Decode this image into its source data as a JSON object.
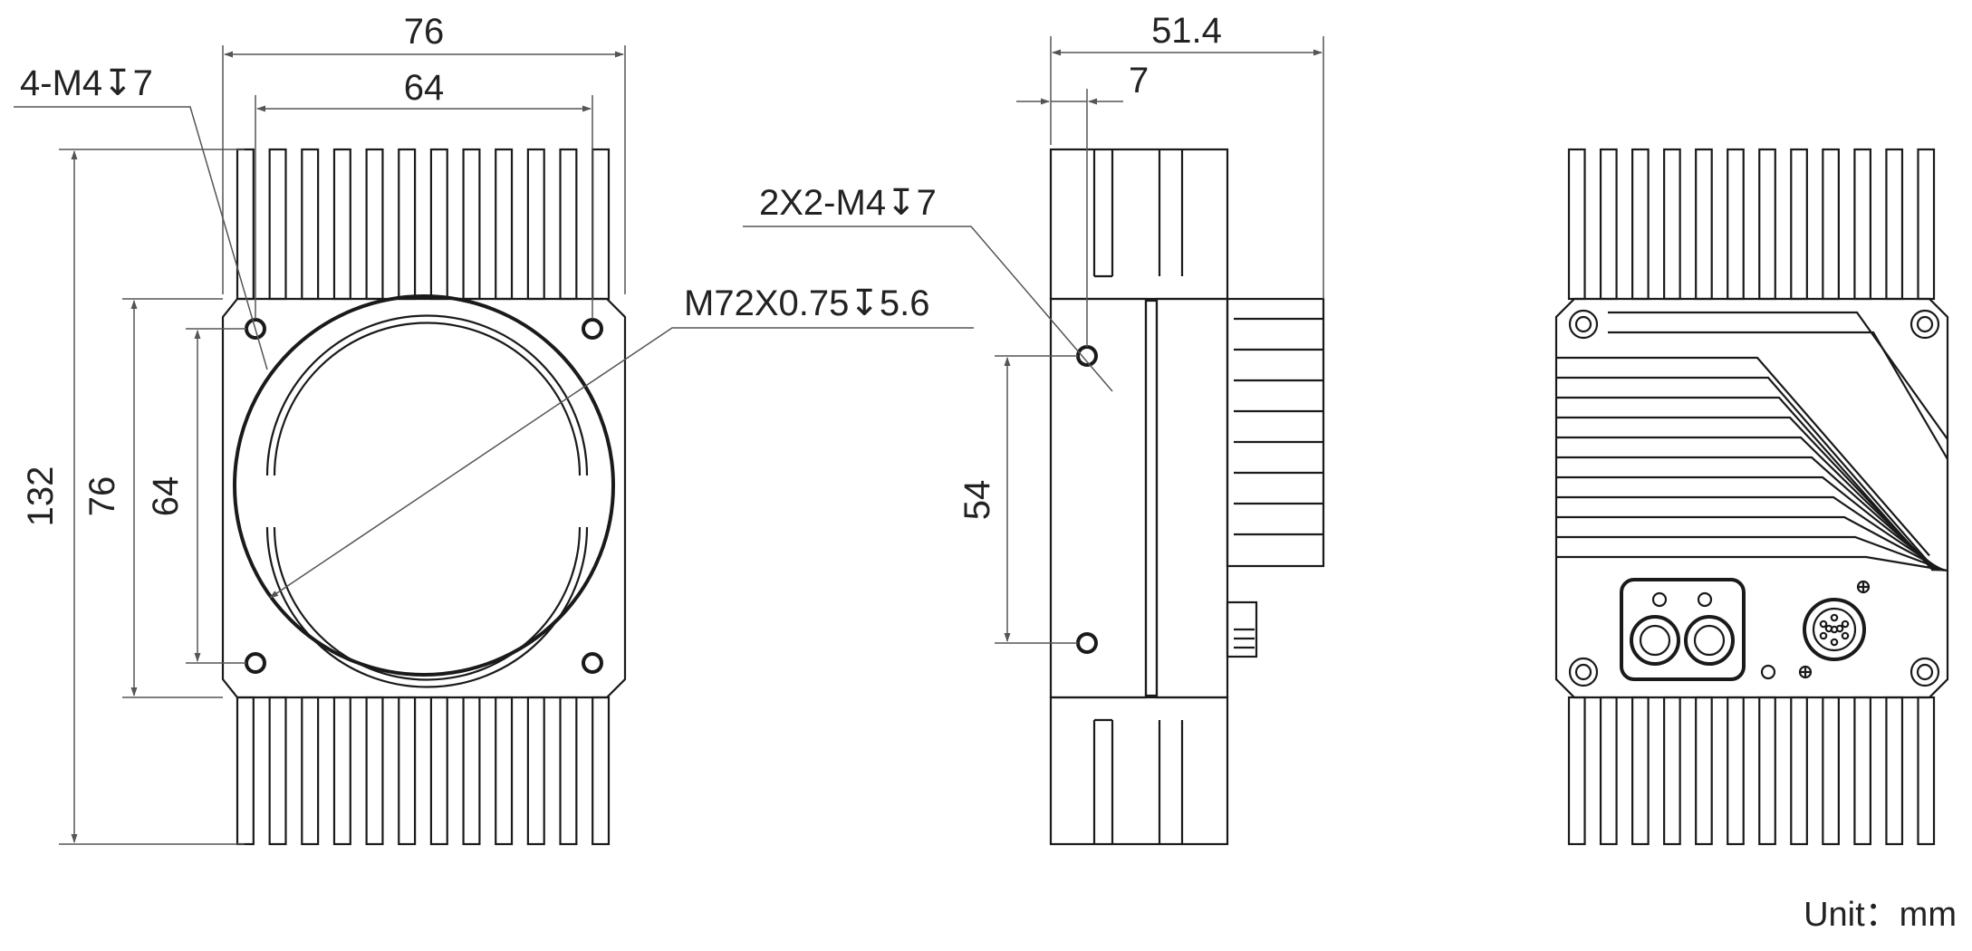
{
  "unit_label": "Unit：mm",
  "front_view": {
    "dims": {
      "overall_width": "76",
      "hole_spacing_x": "64",
      "overall_height": "132",
      "body_height": "76",
      "hole_spacing_y": "64"
    },
    "callouts": {
      "mount_holes": "4-M4↧7",
      "lens_thread": "M72X0.75↧5.6"
    }
  },
  "side_view": {
    "dims": {
      "overall_depth": "51.4",
      "hole_offset": "7",
      "hole_spacing": "54"
    },
    "callouts": {
      "side_holes": "2X2-M4↧7"
    }
  },
  "rear_view": {
    "icons": [
      "screw-icon",
      "gigabit-port-icon",
      "power-io-connector-icon",
      "status-led-icon"
    ]
  },
  "colors": {
    "line": "#1a1a1a",
    "dimension": "#555555",
    "background": "#ffffff"
  }
}
